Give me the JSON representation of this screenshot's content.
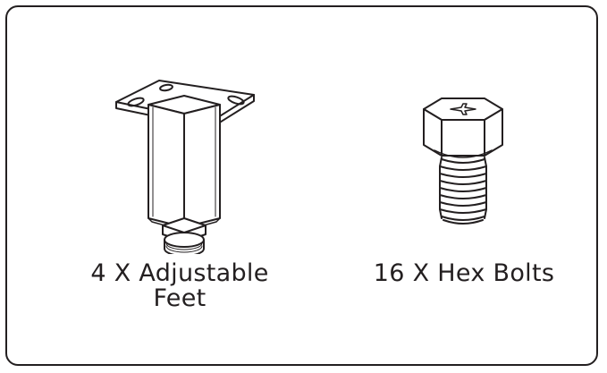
{
  "colors": {
    "line": "#231f20",
    "background": "#ffffff"
  },
  "items": [
    {
      "icon": "adjustable-foot-icon",
      "caption_line1": "4 X  Adjustable",
      "caption_line2": "Feet"
    },
    {
      "icon": "hex-bolt-icon",
      "caption_line1": "16  X  Hex  Bolts"
    }
  ]
}
